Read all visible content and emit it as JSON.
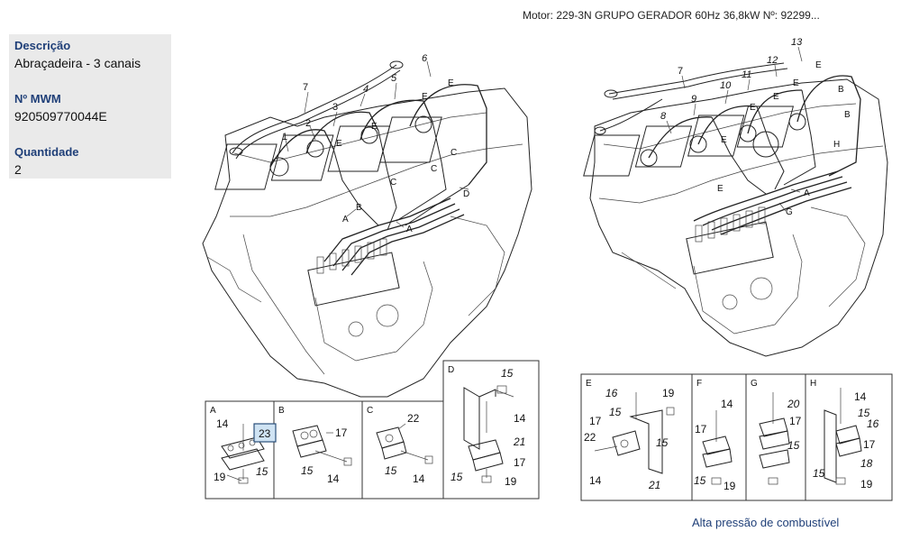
{
  "header": {
    "motor_title": "Motor: 229-3N GRUPO GERADOR 60Hz 36,8kW   Nº: 92299..."
  },
  "info": {
    "descricao_label": "Descrição",
    "descricao_value": "Abraçadeira - 3 canais",
    "numero_label": "Nº MWM",
    "numero_value": "920509770044E",
    "quantidade_label": "Quantidade",
    "quantidade_value": "2"
  },
  "left_engine": {
    "callouts": [
      "7",
      "4",
      "5",
      "6",
      "3",
      "2",
      "1",
      "E",
      "E",
      "E",
      "E",
      "C",
      "C",
      "C",
      "B",
      "A",
      "A",
      "D"
    ]
  },
  "right_engine": {
    "callouts": [
      "7",
      "9",
      "8",
      "10",
      "11",
      "12",
      "13",
      "E",
      "E",
      "E",
      "E",
      "E",
      "B",
      "B",
      "H",
      "A",
      "G",
      "E"
    ]
  },
  "panels": [
    {
      "id": "A",
      "labels": [
        "14",
        "23",
        "19",
        "15"
      ],
      "highlighted": "23"
    },
    {
      "id": "B",
      "labels": [
        "17",
        "15",
        "14"
      ]
    },
    {
      "id": "C",
      "labels": [
        "22",
        "15",
        "14"
      ]
    },
    {
      "id": "D",
      "labels": [
        "15",
        "14",
        "21",
        "17",
        "15",
        "19"
      ]
    },
    {
      "id": "E",
      "labels": [
        "16",
        "19",
        "15",
        "17",
        "22",
        "15",
        "14",
        "21"
      ]
    },
    {
      "id": "F",
      "labels": [
        "14",
        "17",
        "15",
        "19"
      ]
    },
    {
      "id": "G",
      "labels": [
        "20",
        "17",
        "15"
      ]
    },
    {
      "id": "H",
      "labels": [
        "14",
        "15",
        "16",
        "17",
        "18",
        "15",
        "19"
      ]
    }
  ],
  "footer": {
    "caption": "Alta pressão de combustível"
  }
}
